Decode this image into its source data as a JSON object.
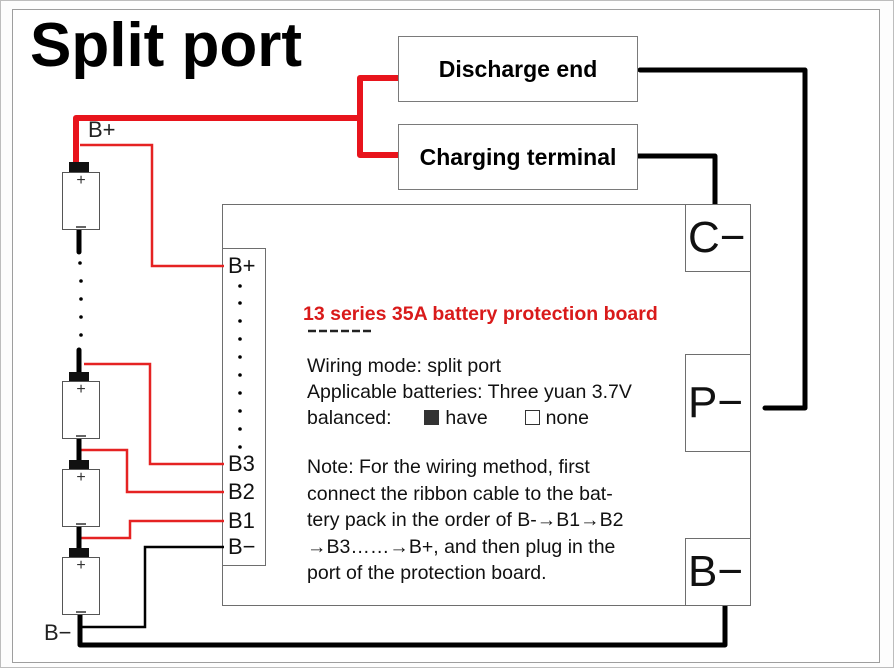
{
  "diagram": {
    "title": "Split port",
    "loads": {
      "discharge": "Discharge end",
      "charging": "Charging terminal"
    },
    "battery_labels": {
      "positive": "B+",
      "negative": "B−"
    },
    "cell_terminals": {
      "plus": "+",
      "minus": "−"
    },
    "board": {
      "title": "13 series 35A battery protection board",
      "wiring_mode": "Wiring mode: split port",
      "applicable": "Applicable batteries: Three yuan 3.7V",
      "balanced_label": "balanced:",
      "balanced_options": [
        {
          "label": "have",
          "checked": true
        },
        {
          "label": "none",
          "checked": false
        }
      ],
      "note_lines": [
        "Note: For the wiring method, first",
        "connect the ribbon cable to the bat-",
        "tery pack in the order of B-→B1→B2",
        "→B3……→B+, and then plug in the",
        "port of the protection board."
      ]
    },
    "connector_pins": [
      "B+",
      "B3",
      "B2",
      "B1",
      "B−"
    ],
    "ports": [
      "C−",
      "P−",
      "B−"
    ],
    "colors": {
      "positive_wire": "#e8141c",
      "negative_wire": "#000000",
      "balance_wire": "#e52222",
      "board_title": "#d91a1a"
    }
  }
}
